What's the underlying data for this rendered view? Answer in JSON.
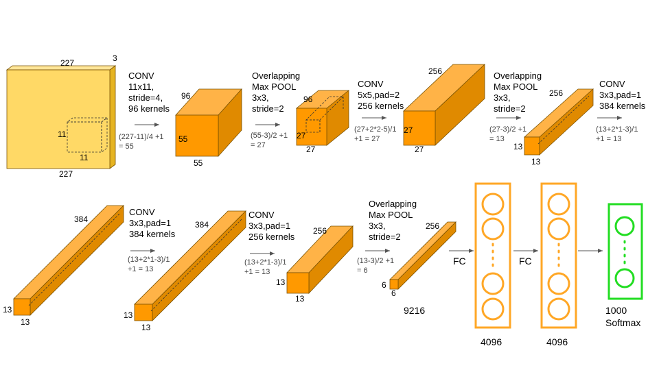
{
  "colors": {
    "input_front": "#FFD966",
    "input_top": "#FFE699",
    "input_side": "#E6B422",
    "vol_front": "#FF9900",
    "vol_top": "#FFB347",
    "vol_side": "#E08A00",
    "fc": "#FFA726",
    "softmax": "#22DD22",
    "arrow": "#555555"
  },
  "input": {
    "width": "227",
    "height": "227",
    "depth": "3",
    "kernel_w": "11",
    "kernel_h": "11"
  },
  "layers": [
    {
      "label_lines": [
        "CONV",
        "11x11,",
        "stride=4,",
        "96 kernels"
      ],
      "calc_lines": [
        "(227-11)/4 +1",
        "= 55"
      ]
    },
    {
      "label_lines": [
        "Overlapping",
        "Max POOL",
        "3x3,",
        "stride=2"
      ],
      "calc_lines": [
        "(55-3)/2 +1",
        "= 27"
      ]
    },
    {
      "label_lines": [
        "CONV",
        "5x5,pad=2",
        "256 kernels"
      ],
      "calc_lines": [
        "(27+2*2-5)/1",
        "+1  = 27"
      ]
    },
    {
      "label_lines": [
        "Overlapping",
        "Max POOL",
        "3x3,",
        "stride=2"
      ],
      "calc_lines": [
        "(27-3)/2 +1",
        "= 13"
      ]
    },
    {
      "label_lines": [
        "CONV",
        "3x3,pad=1",
        "384 kernels"
      ],
      "calc_lines": [
        "(13+2*1-3)/1",
        "+1  = 13"
      ]
    },
    {
      "label_lines": [
        "CONV",
        "3x3,pad=1",
        "384 kernels"
      ],
      "calc_lines": [
        "(13+2*1-3)/1",
        "+1  = 13"
      ]
    },
    {
      "label_lines": [
        "CONV",
        "3x3,pad=1",
        "256 kernels"
      ],
      "calc_lines": [
        "(13+2*1-3)/1",
        "+1  = 13"
      ]
    },
    {
      "label_lines": [
        "Overlapping",
        "Max POOL",
        "3x3,",
        "stride=2"
      ],
      "calc_lines": [
        "(13-3)/2 +1",
        "= 6"
      ]
    }
  ],
  "volumes": [
    {
      "depth": "96",
      "height": "55",
      "width": "55"
    },
    {
      "depth": "96",
      "height": "27",
      "width": "27"
    },
    {
      "depth": "256",
      "height": "27",
      "width": "27"
    },
    {
      "depth": "256",
      "height": "13",
      "width": "13"
    },
    {
      "depth": "384",
      "height": "13",
      "width": "13"
    },
    {
      "depth": "384",
      "height": "13",
      "width": "13"
    },
    {
      "depth": "256",
      "height": "13",
      "width": "13"
    },
    {
      "depth": "256",
      "height": "6",
      "width": "6"
    }
  ],
  "flatten": "9216",
  "fc_label": "FC",
  "fc_layers": [
    "4096",
    "4096"
  ],
  "output": {
    "count": "1000",
    "name": "Softmax"
  }
}
